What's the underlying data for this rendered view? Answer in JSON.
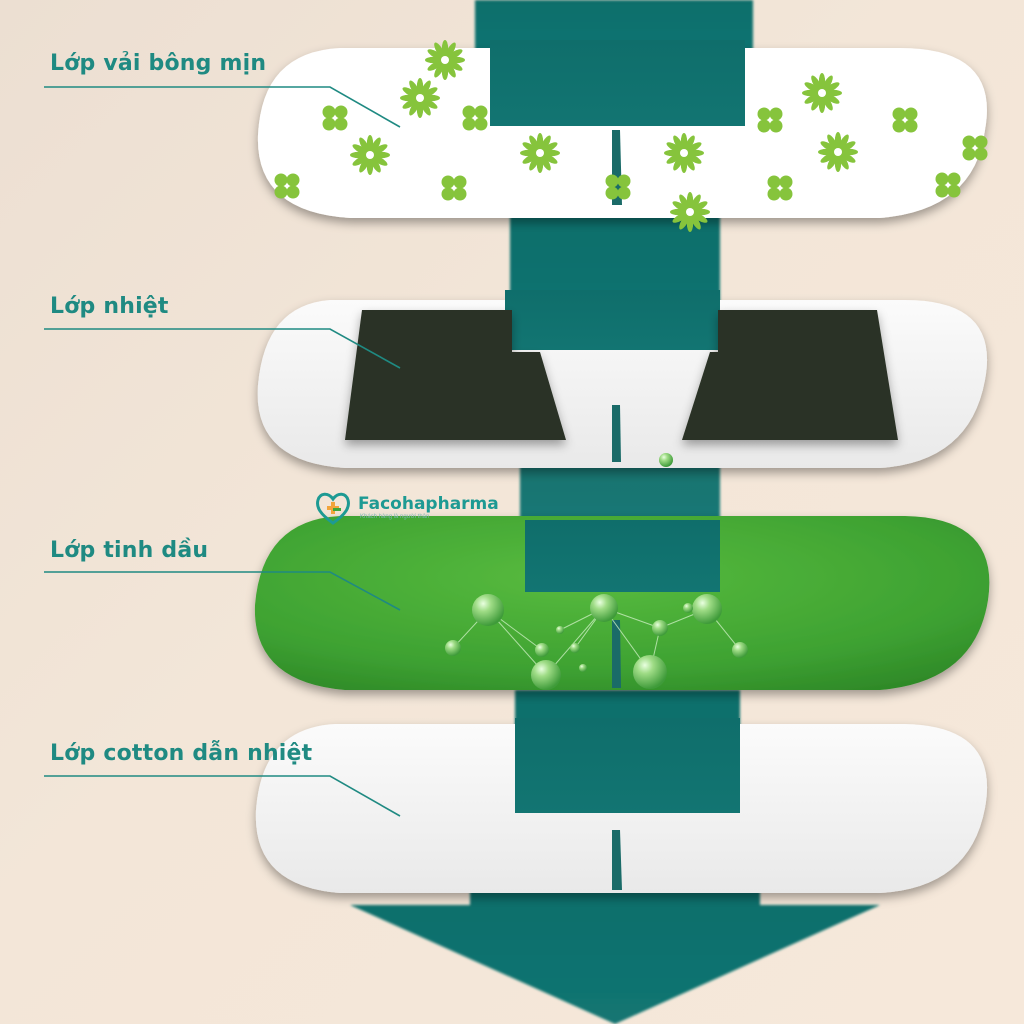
{
  "layers": [
    {
      "id": "fabric",
      "label": "Lớp vải bông mịn"
    },
    {
      "id": "heat",
      "label": "Lớp nhiệt"
    },
    {
      "id": "oil",
      "label": "Lớp tinh dầu"
    },
    {
      "id": "cotton",
      "label": "Lớp cotton dẫn nhiệt"
    }
  ],
  "brand": {
    "name": "Facohapharma",
    "tagline": "Khách hàng là người thân"
  },
  "colors": {
    "arrow": "#11706d",
    "label": "#1f8a82",
    "oil_green": "#3fa63a",
    "heat_pad": "#2a3325",
    "flower_green": "#86c43c"
  },
  "icons": [
    "brand-logo-icon",
    "down-arrow-icon",
    "molecule-icon"
  ]
}
